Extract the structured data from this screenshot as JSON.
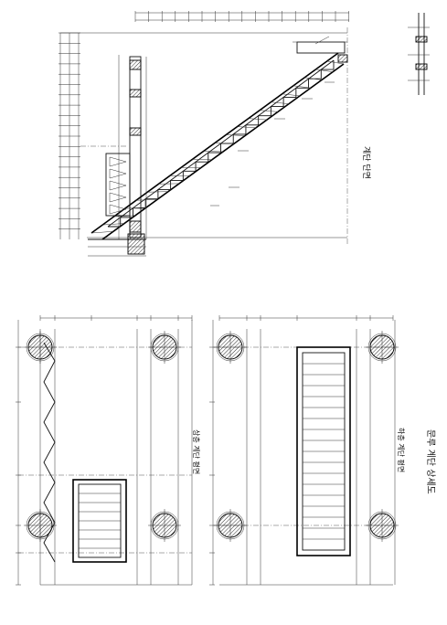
{
  "drawing": {
    "sheet_title": "문루 계단 상세도",
    "section_label": "계단 단면",
    "upper_plan_label": "상층 계단 평면",
    "lower_plan_label": "하층 계단 평면"
  }
}
